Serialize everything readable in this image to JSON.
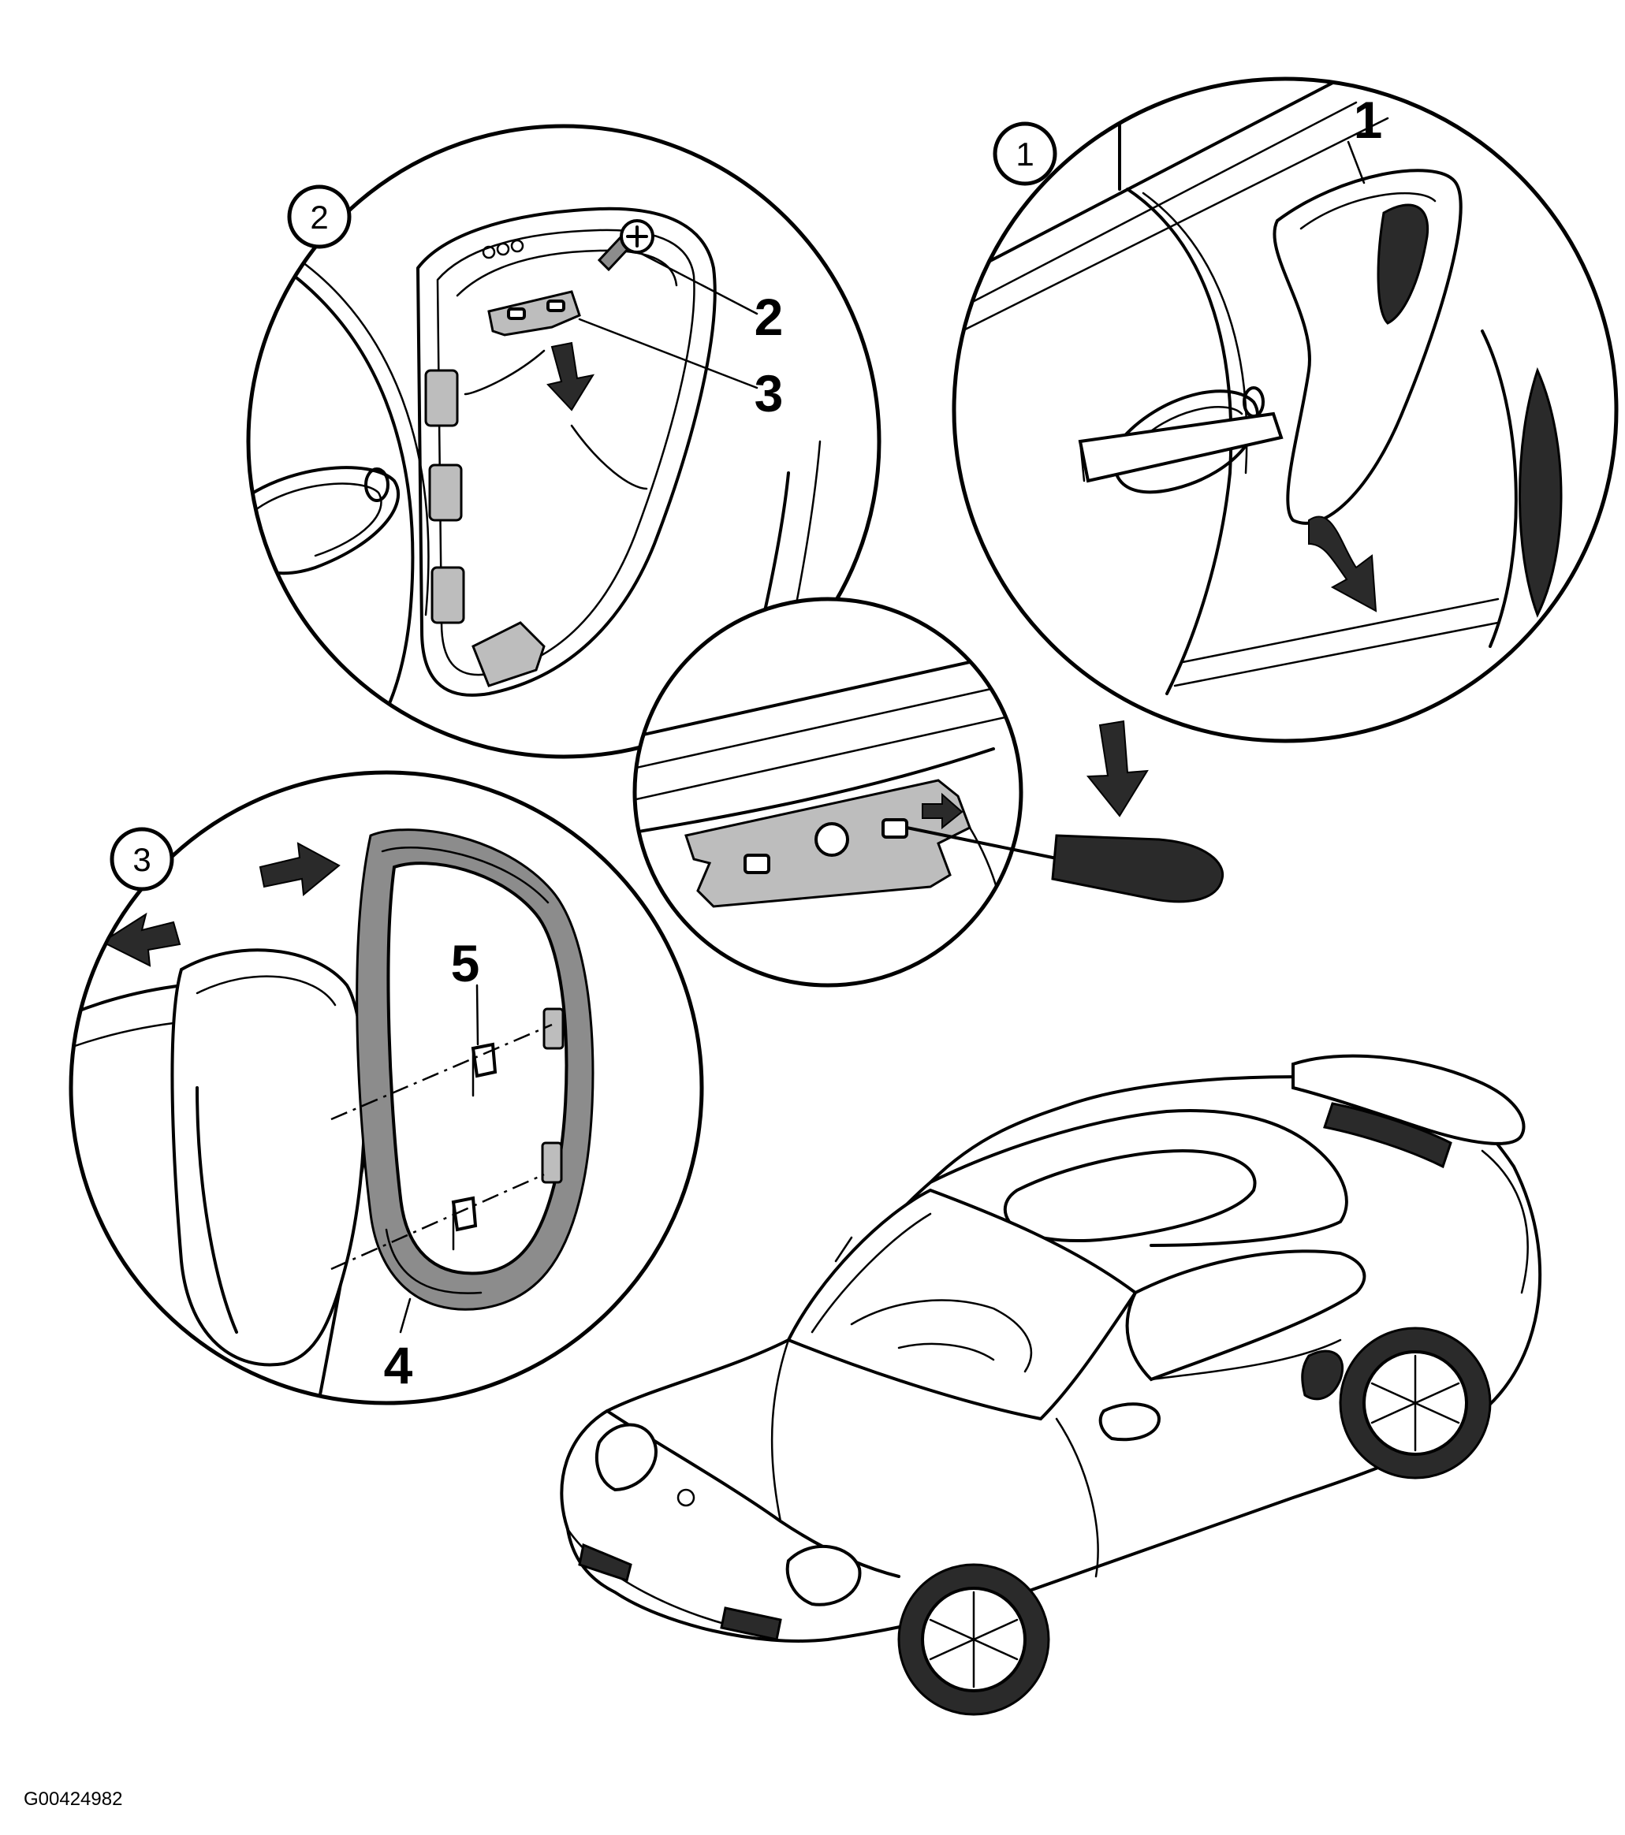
{
  "figure_id": "G00424982",
  "steps": [
    {
      "marker": "1"
    },
    {
      "marker": "2"
    },
    {
      "marker": "3"
    }
  ],
  "callouts": [
    {
      "number": "1"
    },
    {
      "number": "2"
    },
    {
      "number": "3"
    },
    {
      "number": "4"
    },
    {
      "number": "5"
    }
  ]
}
